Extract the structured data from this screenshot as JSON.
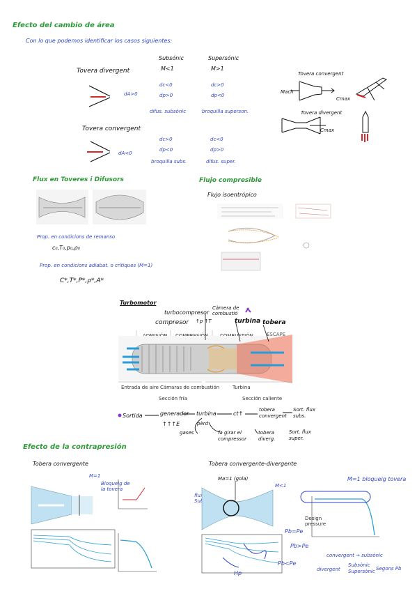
{
  "page": {
    "title": "Efecto del cambio de área",
    "intro": "Con lo que podemos identificar los casos siguientes:"
  },
  "area_table": {
    "col_subsonic": "Subsónic",
    "col_subsonic_mach": "M<1",
    "col_supersonic": "Supersónic",
    "col_supersonic_mach": "M>1",
    "diverging_label": "Tovera divergent",
    "converging_label": "Tovera convergent",
    "dA_div": "dA>0",
    "dA_conv": "dA<0",
    "div_sub": [
      "dc<0",
      "dp>0",
      "difus. subsònic"
    ],
    "div_sup": [
      "dc>0",
      "dp<0",
      "broquilla superson."
    ],
    "conv_sub": [
      "dc>0",
      "dp<0",
      "broquilla subs."
    ],
    "conv_sup": [
      "dc<0",
      "dp>0",
      "difus. super."
    ]
  },
  "nozzle_sketches": {
    "conv_label": "Tovera convergent",
    "conv_in": "Mach",
    "conv_out": "Cmax",
    "div_label": "Tovera divergent",
    "div_out": "Cmax"
  },
  "section_flux": {
    "title": "Flux en Toveres i Difusors",
    "note1": "Prop. en condicions de remanso",
    "note1_eq": "c₀,T₀,p₀,ρ₀",
    "note2": "Prop. en condicions adiabat. o crítiques (M=1)",
    "note2_eq": "C*,T*,P*,ρ*,A*"
  },
  "section_comp": {
    "title": "Flujo compresible",
    "subtitle": "Flujo isoentrópico"
  },
  "turbo": {
    "title": "Turbomotor",
    "lbl_turbocompresor": "turbocompresor",
    "lbl_compresor": "compresor",
    "lbl_pt": "↑p ↑T",
    "lbl_camera": "Càmera de combustió",
    "lbl_turbina": "turbina",
    "lbl_tobera": "tobera",
    "lbl_escape": "ESCAPE",
    "lbl_admision": "ADMISIÓN",
    "lbl_compresion": "COMPRESIÓN",
    "lbl_combustion": "COMBUSTIÓN",
    "lbl_entrada": "Entrada de aire",
    "lbl_camaras": "Cámaras de combustión",
    "lbl_turbina2": "Turbina",
    "lbl_fria": "Sección fría",
    "lbl_caliente": "Sección caliente"
  },
  "flow_chain": {
    "start": "Sortida",
    "gen": "generador",
    "arrows": "↑↑↑E",
    "turbina": "turbina",
    "ct": "ct↑",
    "tobera": "tobera convergent",
    "sort1": "Sort. flux subs.",
    "gases": "gases",
    "fa_girar": "fa girar el compressor",
    "tobera_div": "tobera diverg.",
    "sort2": "Sort. flux super.",
    "pulls": "pèrd"
  },
  "section_contrapress": {
    "title": "Efecto de la contrapresión",
    "sub_conv": "Tobera convergente",
    "sub_cd": "Tobera convergente-divergente",
    "bloqueig": "Bloqueig de la tovera",
    "m1_label": "M=1",
    "cd_mach": "Ma=1 (gola)",
    "cd_m1": "M<1",
    "flux_sub": "flux Subsònic",
    "pb_pe": "Pb=Pe",
    "pb_gt": "Pb>Pe",
    "pb_lt": "Pb<Pe",
    "m1_blocking": "M=1 bloqueig tovera",
    "design_pressure": "Design pressure",
    "note_conv": "convergent → subsònic",
    "note_div": "divergent",
    "note_sub": "Subsònic",
    "note_sup": "Supersònic",
    "note_seg": "Segons Pb",
    "hp": "Hp"
  },
  "colors": {
    "green": "#2f9a3a",
    "blue": "#2f44c8",
    "red": "#d8262a",
    "fluid": "#bfe1f2",
    "curve": "#2aa0d6"
  }
}
